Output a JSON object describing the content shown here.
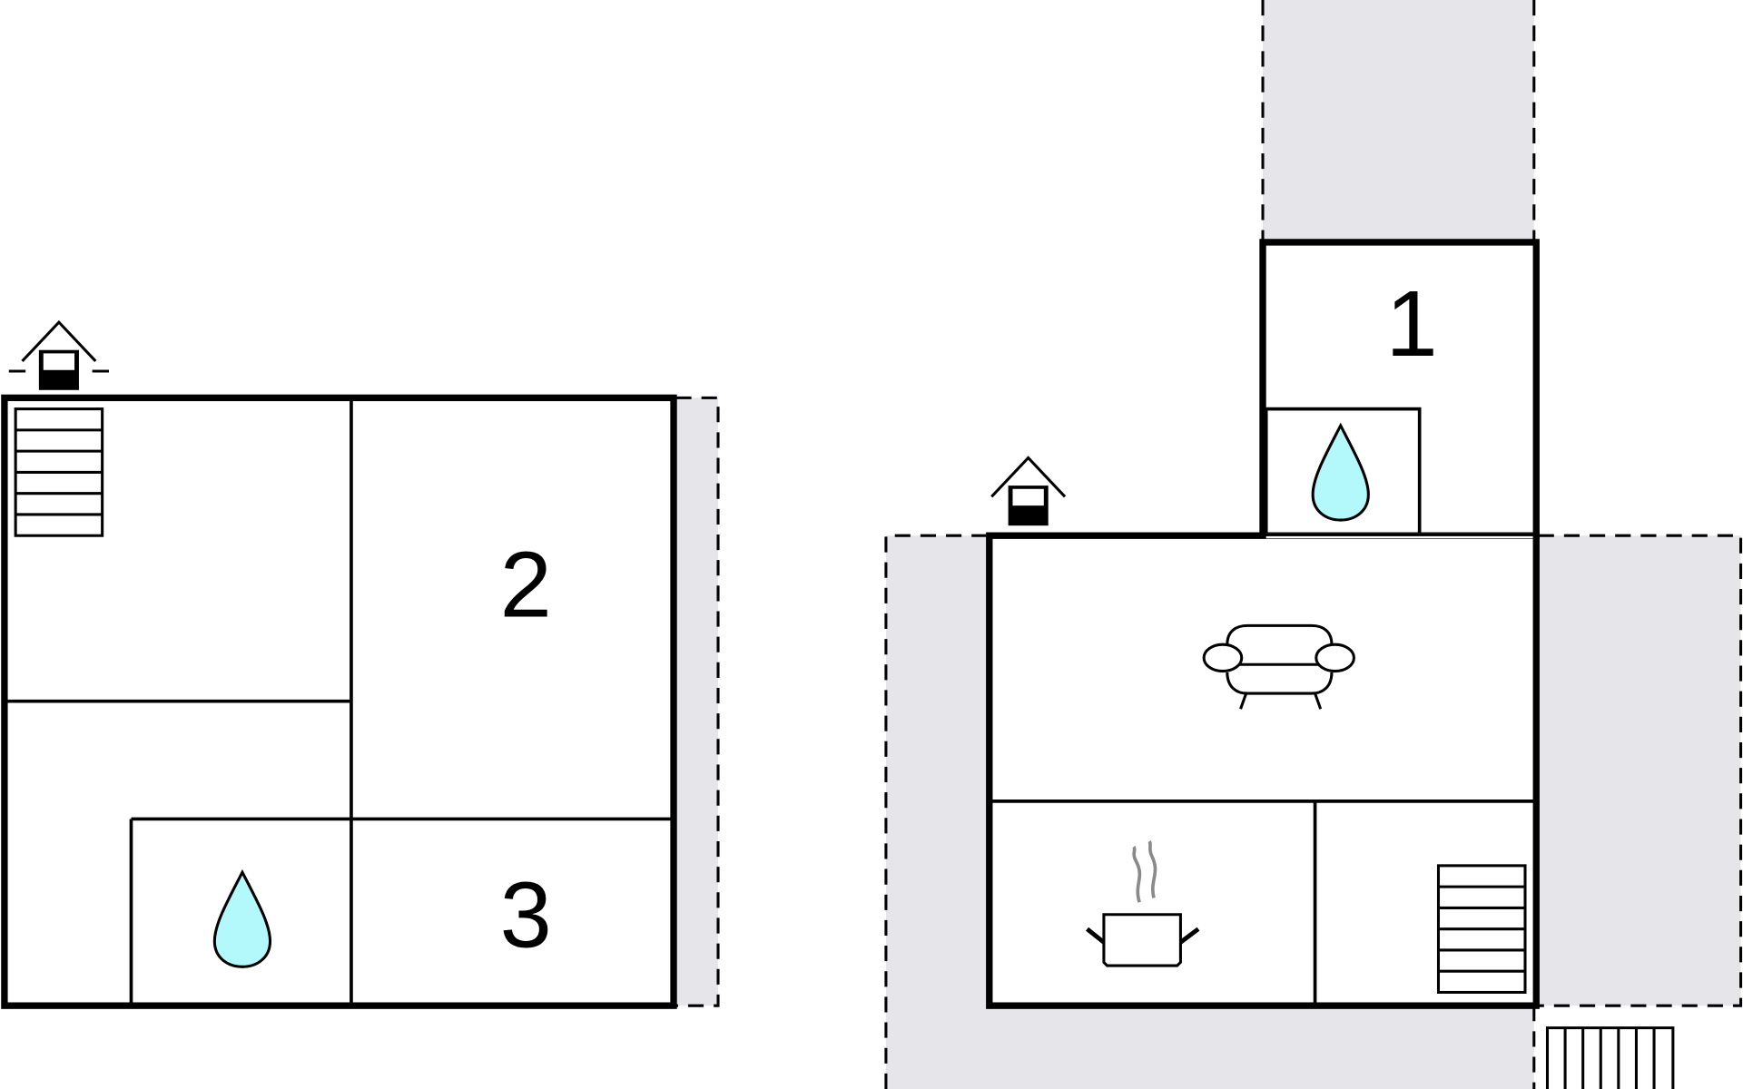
{
  "plan": {
    "ground_floor": {
      "rooms": [
        {
          "label": "2"
        },
        {
          "label": "3"
        }
      ]
    },
    "upper_floor": {
      "rooms": [
        {
          "label": "1"
        }
      ]
    }
  },
  "icons": [
    "entrance-icon",
    "stairs-icon",
    "bathroom-drop-icon",
    "sofa-icon",
    "kitchen-pot-icon",
    "deck-stairs-icon"
  ],
  "colors": {
    "wall": "#000000",
    "outdoor_area": "#e6e6ea",
    "water_drop": "#b3f8fb",
    "steam": "#8a8a8a"
  }
}
